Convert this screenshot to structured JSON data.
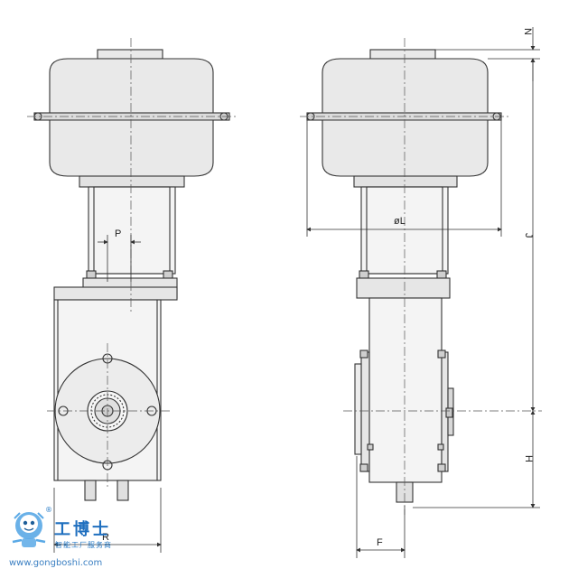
{
  "dimensions": {
    "N": "N",
    "J": "J",
    "phi_L": "øL",
    "P": "P",
    "R": "R",
    "H": "H",
    "F": "F"
  },
  "watermark": {
    "brand_cn": "工博士",
    "slogan_cn": "智能工厂服务商",
    "url": "www.gongboshi.com",
    "registered_mark": "®"
  },
  "colors": {
    "housing_fill": "#e9e9e9",
    "body_fill": "#f4f4f4",
    "line": "#333333",
    "brand_blue": "#2a7cc7"
  }
}
